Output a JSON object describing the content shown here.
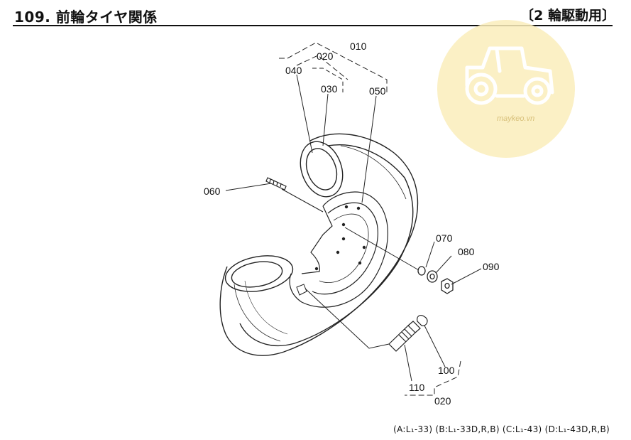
{
  "header": {
    "title": "109. 前輪タイヤ関係",
    "subtitle": "〔2 輪駆動用〕"
  },
  "parts": {
    "p010": "010",
    "p020_top": "020",
    "p030": "030",
    "p040": "040",
    "p050": "050",
    "p060": "060",
    "p070": "070",
    "p080": "080",
    "p090": "090",
    "p100": "100",
    "p110": "110",
    "p020_bottom": "020"
  },
  "watermark": {
    "text": "maykeo.vn",
    "color": "#f6e6a6"
  },
  "footer": {
    "models": "(A:L₁-33) (B:L₁-33D,R,B) (C:L₁-43) (D:L₁-43D,R,B)"
  }
}
